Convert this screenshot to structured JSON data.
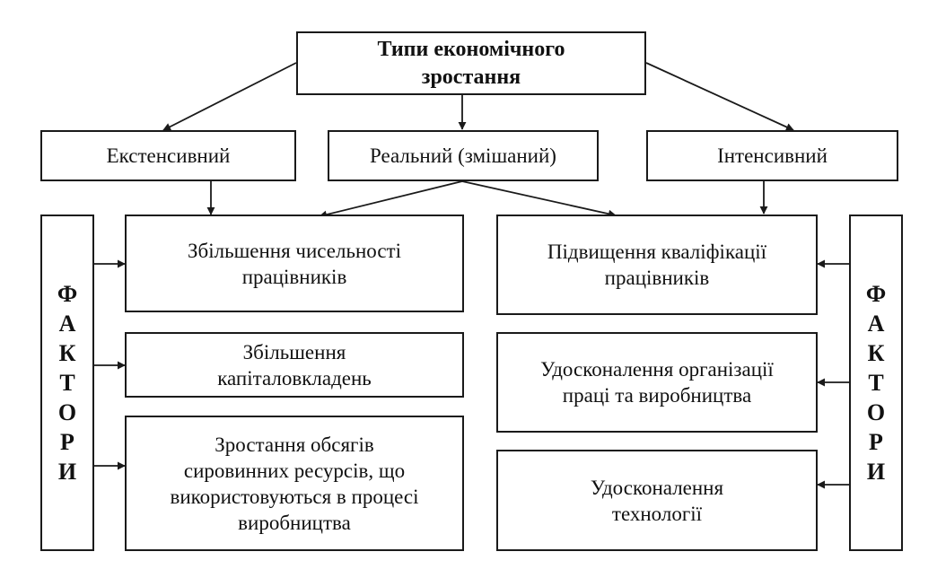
{
  "title": "Типи економічного\nзростання",
  "types": {
    "extensive": "Екстенсивний",
    "mixed": "Реальний (змішаний)",
    "intensive": "Інтенсивний"
  },
  "factors_label": "ФАКТОРИ",
  "left_factors": [
    "Збільшення чисельності\nпрацівників",
    "Збільшення\nкапіталовкладень",
    "Зростання обсягів\nсировинних ресурсів, що\nвикористовуються в процесі\nвиробництва"
  ],
  "right_factors": [
    "Підвищення кваліфікації\nпрацівників",
    "Удосконалення організації\nпраці та виробництва",
    "Удосконалення\nтехнології"
  ]
}
